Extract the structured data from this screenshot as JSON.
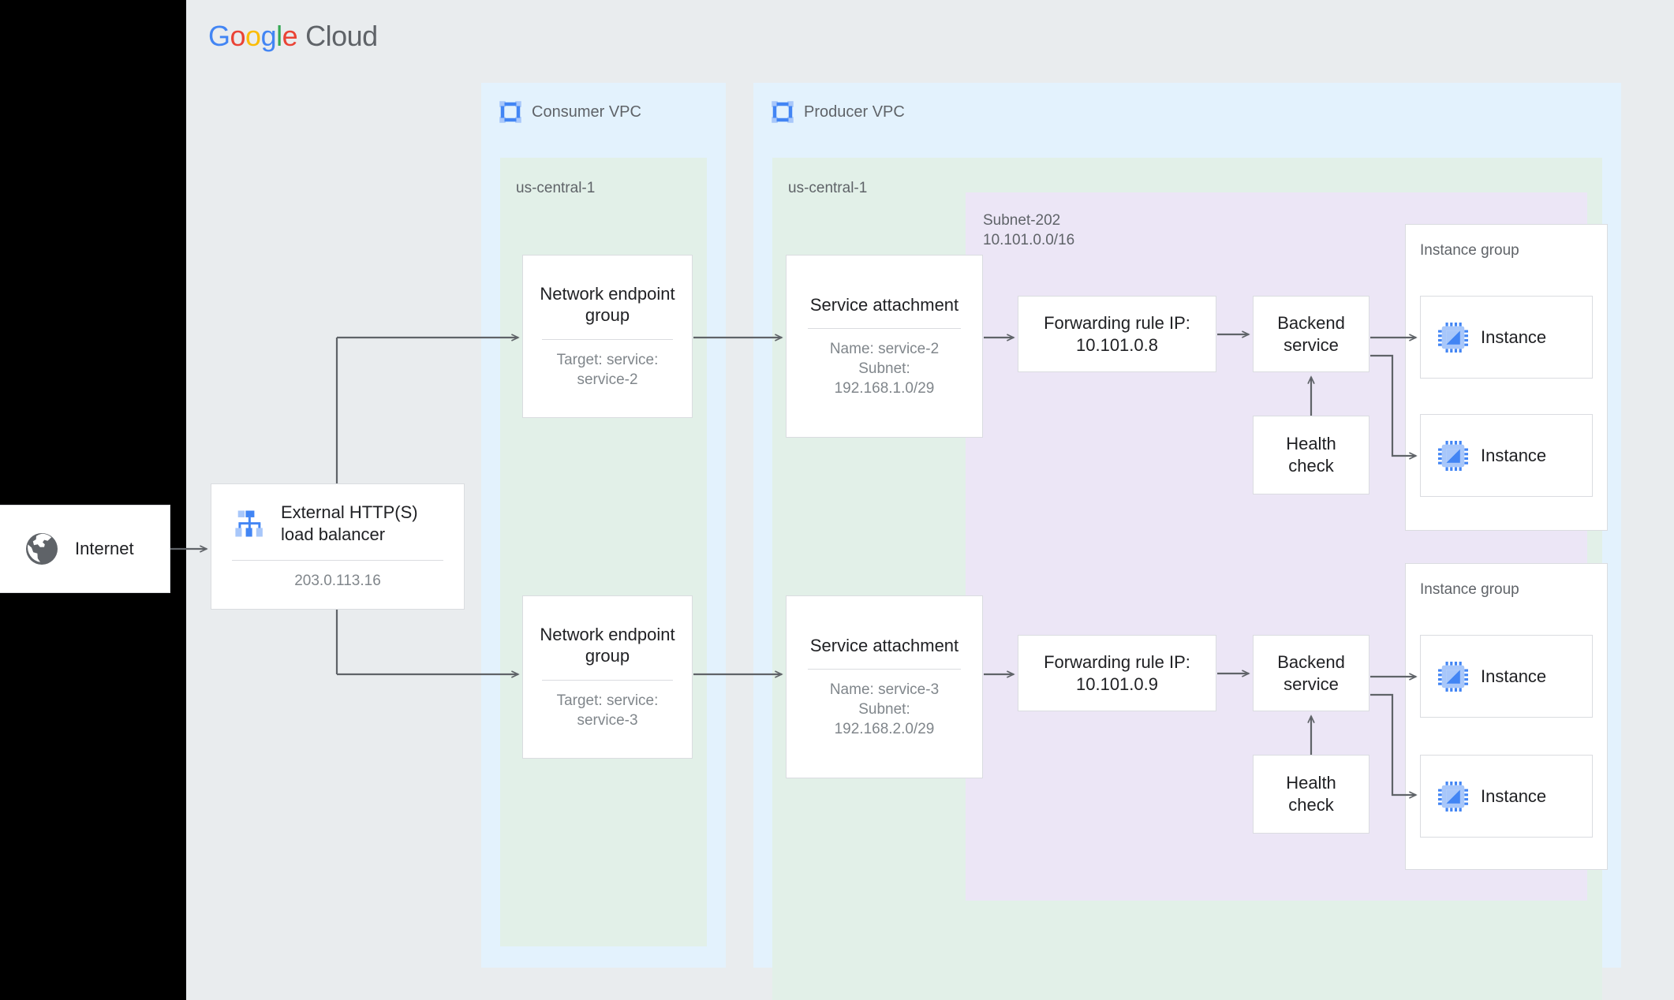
{
  "brand": {
    "logo_google": [
      "G",
      "o",
      "o",
      "g",
      "l",
      "e"
    ],
    "logo_cloud": "Cloud",
    "colors": {
      "blue": "#4285f4",
      "red": "#ea4335",
      "yellow": "#fbbc05",
      "green": "#34a853",
      "gray_text": "#5f6368",
      "page_bg": "#e9ecee",
      "vpc_bg": "#e3f2fd",
      "region_bg": "#e2f0e8",
      "subnet_bg": "#ece6f6",
      "card_border": "#dadce0",
      "arrow": "#5f6368"
    }
  },
  "internet": {
    "label": "Internet",
    "icon": "globe-icon"
  },
  "load_balancer": {
    "title": "External HTTP(S)\nload balancer",
    "ip": "203.0.113.16",
    "icon": "load-balancer-icon"
  },
  "consumer_vpc": {
    "title": "Consumer VPC",
    "icon": "vpc-icon",
    "region": {
      "label": "us-central-1",
      "negs": [
        {
          "title": "Network\nendpoint group",
          "sub": "Target: service:\nservice-2"
        },
        {
          "title": "Network\nendpoint group",
          "sub": "Target: service:\nservice-3"
        }
      ]
    }
  },
  "producer_vpc": {
    "title": "Producer VPC",
    "icon": "vpc-icon",
    "region": {
      "label": "us-central-1",
      "service_attachments": [
        {
          "title": "Service attachment",
          "sub": "Name: service-2\nSubnet:\n192.168.1.0/29"
        },
        {
          "title": "Service attachment",
          "sub": "Name: service-3\nSubnet:\n192.168.2.0/29"
        }
      ],
      "subnet": {
        "label": "Subnet-202\n10.101.0.0/16",
        "stacks": [
          {
            "forwarding_rule": "Forwarding rule\nIP: 10.101.0.8",
            "backend_service": "Backend\nservice",
            "health_check": "Health\ncheck",
            "instance_group": {
              "label": "Instance group",
              "instances": [
                {
                  "label": "Instance",
                  "icon": "cpu-icon"
                },
                {
                  "label": "Instance",
                  "icon": "cpu-icon"
                }
              ]
            }
          },
          {
            "forwarding_rule": "Forwarding rule\nIP: 10.101.0.9",
            "backend_service": "Backend\nservice",
            "health_check": "Health\ncheck",
            "instance_group": {
              "label": "Instance group",
              "instances": [
                {
                  "label": "Instance",
                  "icon": "cpu-icon"
                },
                {
                  "label": "Instance",
                  "icon": "cpu-icon"
                }
              ]
            }
          }
        ]
      }
    }
  }
}
